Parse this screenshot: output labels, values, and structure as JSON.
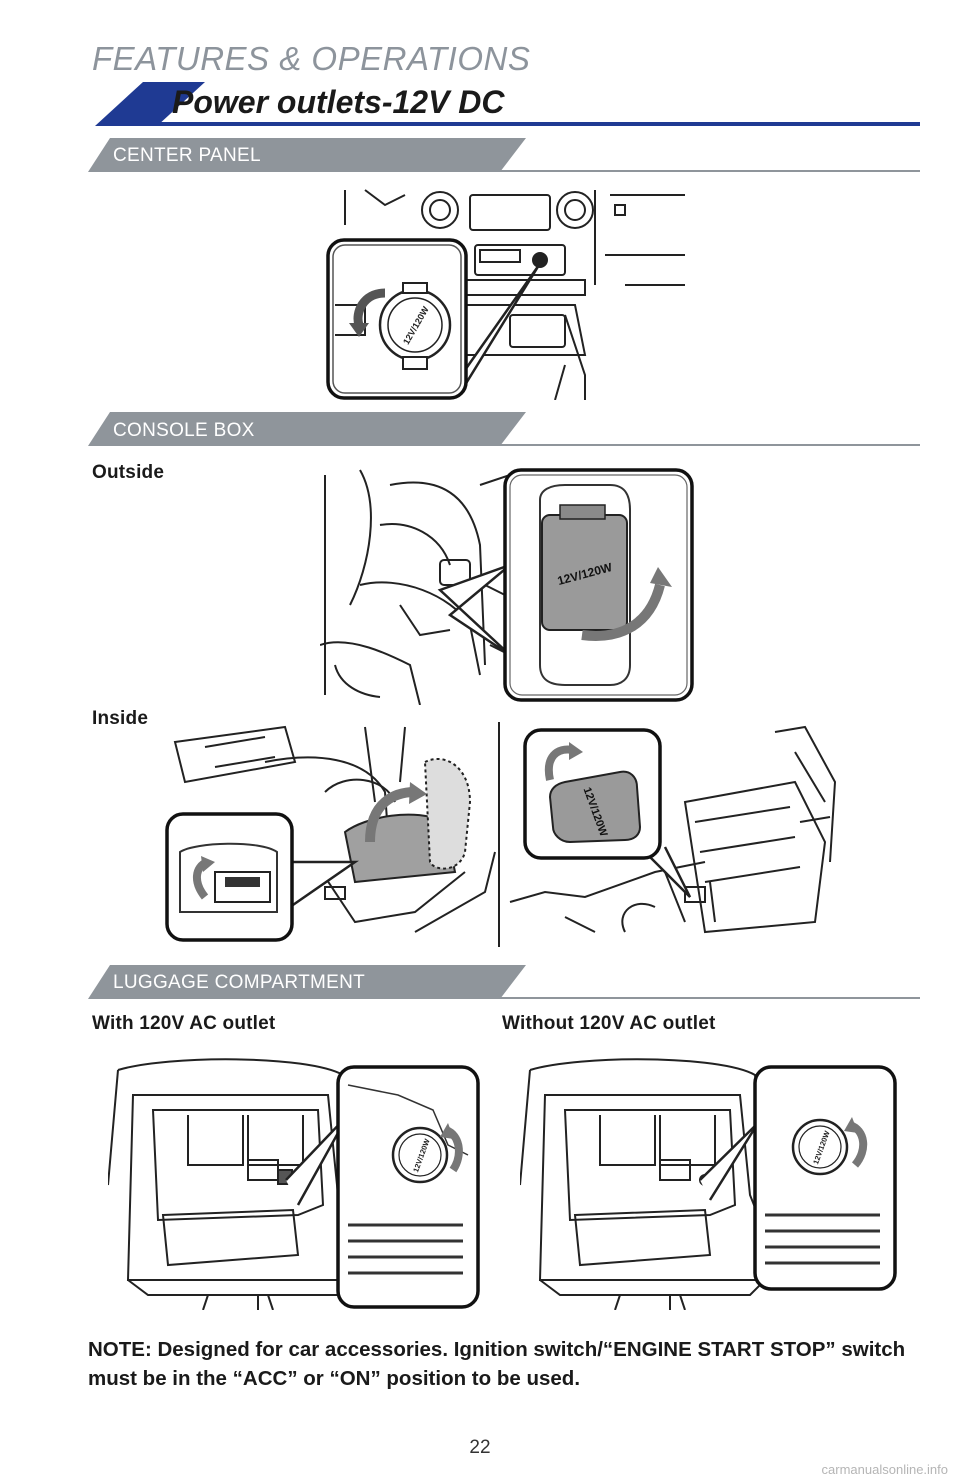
{
  "header": {
    "section": "FEATURES & OPERATIONS",
    "title": "Power outlets-12V DC",
    "accent_color": "#1f3a93",
    "tab_color": "#8f959b"
  },
  "sections": {
    "center_panel": {
      "label": "CENTER PANEL"
    },
    "console_box": {
      "label": "CONSOLE BOX",
      "outside_caption": "Outside",
      "inside_caption": "Inside"
    },
    "luggage": {
      "label": "LUGGAGE COMPARTMENT",
      "with_ac_caption": "With 120V AC outlet",
      "without_ac_caption": "Without 120V AC outlet"
    }
  },
  "outlet_marking": "12V/120W",
  "note": "NOTE: Designed for car accessories. Ignition switch/“ENGINE START STOP” switch must be in the “ACC” or “ON” position to be used.",
  "page_number": "22",
  "watermark": "carmanualsonline.info"
}
